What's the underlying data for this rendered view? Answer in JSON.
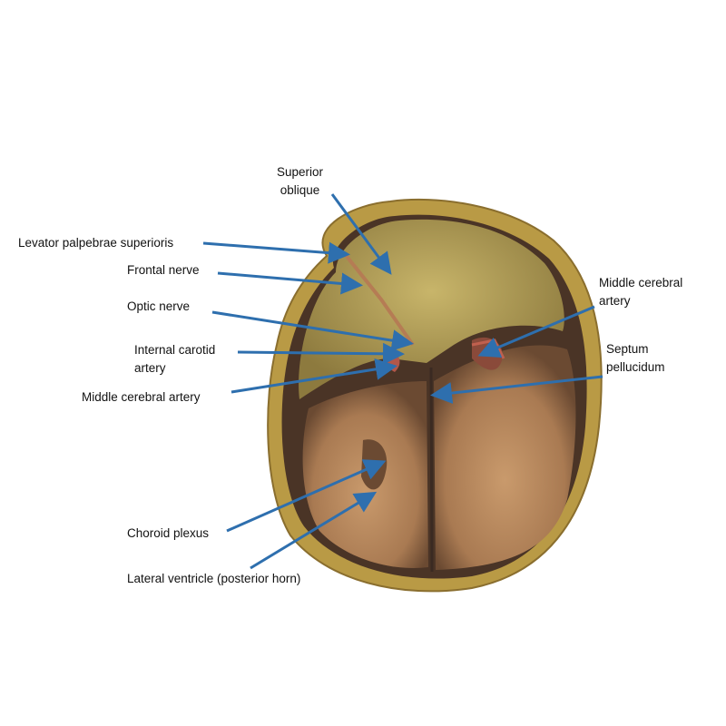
{
  "labels": {
    "superior_oblique": [
      "Superior",
      "oblique"
    ],
    "levator": "Levator palpebrae superioris",
    "frontal_nerve": "Frontal nerve",
    "optic_nerve": "Optic nerve",
    "internal_carotid": [
      "Internal carotid",
      "artery"
    ],
    "mca_left": "Middle cerebral artery",
    "mca_right": [
      "Middle cerebral",
      "artery"
    ],
    "septum": [
      "Septum",
      "pellucidum"
    ],
    "choroid": "Choroid plexus",
    "lateral_ventricle": "Lateral ventricle (posterior horn)"
  },
  "colors": {
    "arrow": "#2e6fae",
    "bone": "#b99a45",
    "brain": "#b98a5e",
    "dark": "#3a2a22"
  }
}
